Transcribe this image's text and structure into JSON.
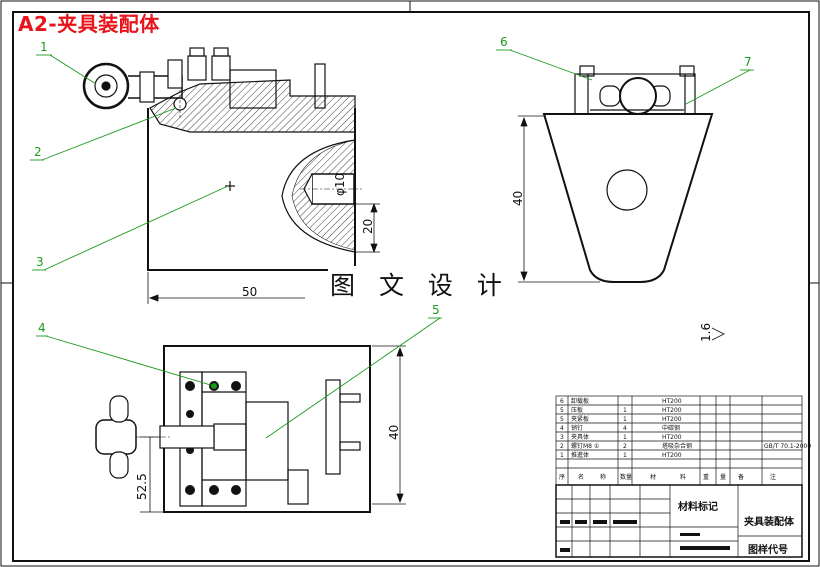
{
  "drawing": {
    "sheet_title": "A2-夹具装配体",
    "watermark": "图 文 设 计",
    "colors": {
      "title_red": "#e8141b",
      "leader_green": "#1a9a1a",
      "line": "#111111"
    }
  },
  "balloons": [
    "1",
    "2",
    "3",
    "4",
    "5",
    "6",
    "7"
  ],
  "dimensions": {
    "front_width": "50",
    "front_height": "20",
    "front_dia": "φ10",
    "side_height": "40",
    "top_height": "40",
    "top_offset": "52.5",
    "roughness": "1.6"
  },
  "bom": {
    "rows": [
      {
        "no": "6",
        "name": "卸载板",
        "qty": "",
        "material": "HT200",
        "note": ""
      },
      {
        "no": "5",
        "name": "压板",
        "qty": "1",
        "material": "HT200",
        "note": ""
      },
      {
        "no": "5",
        "name": "夹紧板",
        "qty": "1",
        "material": "HT200",
        "note": ""
      },
      {
        "no": "4",
        "name": "销钉",
        "qty": "4",
        "material": "中碳钢",
        "note": ""
      },
      {
        "no": "3",
        "name": "夹具体",
        "qty": "1",
        "material": "HT200",
        "note": ""
      },
      {
        "no": "2",
        "name": "螺钉M8 ①",
        "qty": "2",
        "material": "塔吸杂合钢",
        "note": "GB/T 70.1-2000"
      },
      {
        "no": "1",
        "name": "推進体",
        "qty": "1",
        "material": "HT200",
        "note": ""
      }
    ],
    "head": [
      "序",
      "名",
      "称",
      "数",
      "量",
      "材",
      "料",
      "重",
      "量",
      "备",
      "注"
    ]
  },
  "title_block": {
    "material_mark": "材料标记",
    "part_name": "夹具装配体",
    "drawing_code": "图样代号"
  }
}
